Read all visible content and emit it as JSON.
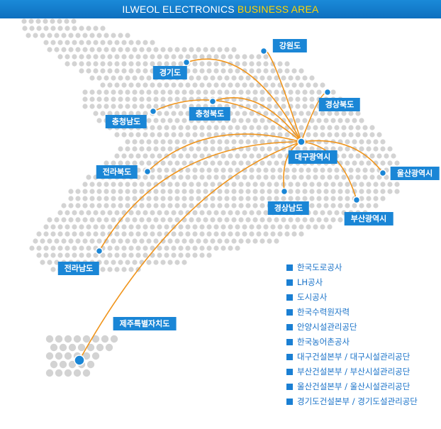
{
  "header": {
    "title_main": "ILWEOL ELECTRONICS ",
    "title_accent": "BUSINESS AREA"
  },
  "colors": {
    "header_bg": "#0e6fbf",
    "accent_yellow": "#ffd400",
    "label_bg": "#1a86d6",
    "route_line": "#f0941a",
    "dot_gray": "#d3d3d3",
    "marker_blue": "#1a86d6"
  },
  "hub": {
    "name": "대구광역시"
  },
  "regions": [
    {
      "name": "강원도"
    },
    {
      "name": "경기도"
    },
    {
      "name": "경상북도"
    },
    {
      "name": "충청북도"
    },
    {
      "name": "충청남도"
    },
    {
      "name": "전라북도"
    },
    {
      "name": "울산광역시"
    },
    {
      "name": "경상남도"
    },
    {
      "name": "부산광역시"
    },
    {
      "name": "전라남도"
    },
    {
      "name": "제주특별자치도"
    }
  ],
  "legend": [
    "한국도로공사",
    "LH공사",
    "도시공사",
    "한국수력원자력",
    "안양시설관리공단",
    "한국농어촌공사",
    "대구건설본부 / 대구시설관리공단",
    "부산건설본부 / 부산시설관리공단",
    "울산건설본부 / 울산시설관리공단",
    "경기도건설본부 / 경기도설관리공단"
  ]
}
